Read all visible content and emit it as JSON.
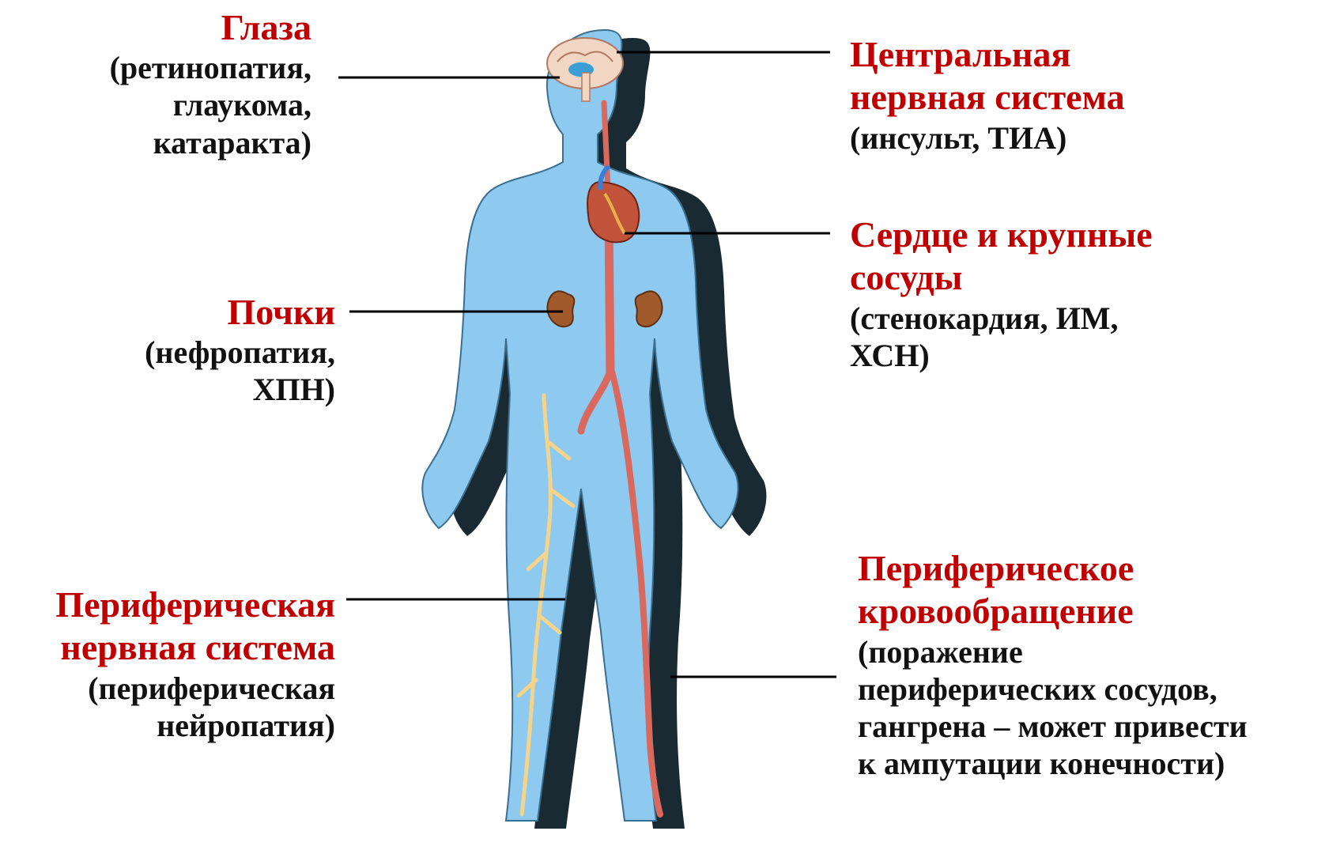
{
  "colors": {
    "title": "#c00000",
    "text": "#111111",
    "body_fill": "#8ec9ef",
    "body_shadow": "#1a2a33",
    "artery": "#d9695f",
    "nerve": "#f3d48a",
    "kidney": "#a05a2c",
    "leader": "#000000"
  },
  "labels": {
    "eyes": {
      "title": "Глаза",
      "detail": "(ретинопатия,\nглаукома,\nкатаракта)"
    },
    "kidneys": {
      "title": "Почки",
      "detail": "(нефропатия,\nХПН)"
    },
    "pns": {
      "title": "Периферическая\nнервная система",
      "detail": "(периферическая\nнейропатия)"
    },
    "cns": {
      "title": "Центральная\nнервная система",
      "detail": "(инсульт, ТИА)"
    },
    "heart": {
      "title": "Сердце и крупные\nсосуды",
      "detail": "(стенокардия, ИМ,\nХСН)"
    },
    "circulation": {
      "title": "Периферическое\nкровообращение",
      "detail": "(поражение\nпериферических сосудов,\nгангрена – может привести\nк ампутации конечности)"
    }
  },
  "icons": [
    "brain-icon",
    "heart-icon",
    "kidney-icon",
    "artery-icon",
    "nerve-icon"
  ]
}
